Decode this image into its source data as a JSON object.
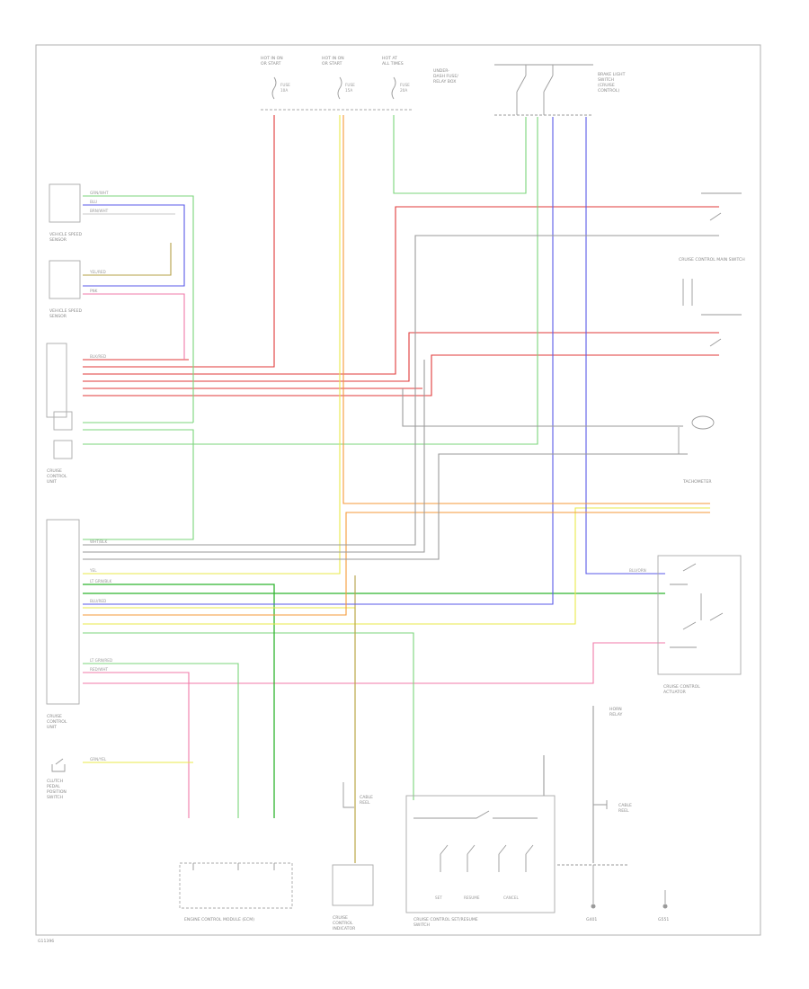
{
  "diagram": {
    "fuse_labels": [
      {
        "lines": [
          "HOT IN ON",
          "OR START"
        ]
      },
      {
        "lines": [
          "HOT IN ON",
          "OR START"
        ]
      },
      {
        "lines": [
          "HOT AT",
          "ALL TIMES"
        ]
      }
    ],
    "fuse_tags": [
      {
        "lines": [
          "FUSE",
          "10A"
        ]
      },
      {
        "lines": [
          "FUSE",
          "15A"
        ]
      },
      {
        "lines": [
          "FUSE",
          "20A"
        ]
      }
    ],
    "fuse_box_label": [
      "UNDER-",
      "DASH FUSE/",
      "RELAY BOX"
    ],
    "brake_switch_label": [
      "BRAKE LIGHT",
      "SWITCH",
      "(CRUISE",
      "CONTROL)"
    ],
    "vss_label": [
      "VEHICLE SPEED",
      "SENSOR"
    ],
    "clutch_label": [
      "CLUTCH",
      "PEDAL",
      "POSITION",
      "SWITCH"
    ],
    "cruise_unit_label": [
      "CRUISE",
      "CONTROL",
      "UNIT"
    ],
    "actuator_label": [
      "CRUISE CONTROL",
      "ACTUATOR"
    ],
    "tach_label": [
      "TACHOMETER"
    ],
    "pcm_label": [
      "ENGINE CONTROL MODULE (ECM)"
    ],
    "indicator_label": [
      "CRUISE",
      "CONTROL",
      "INDICATOR"
    ],
    "main_switch_label": [
      "CRUISE CONTROL MAIN SWITCH"
    ],
    "set_resume_label": [
      "CRUISE CONTROL SET/RESUME",
      "SWITCH"
    ],
    "cable_reel_label": [
      "CABLE",
      "REEL"
    ],
    "horn_label": [
      "HORN",
      "RELAY"
    ],
    "buttons": [
      {
        "lines": [
          "SET"
        ]
      },
      {
        "lines": [
          "RESUME"
        ]
      },
      {
        "lines": [
          "CANCEL"
        ]
      }
    ],
    "ground_labels": [
      {
        "lines": [
          "G401"
        ]
      },
      {
        "lines": [
          "G551"
        ]
      }
    ],
    "wire_tags": [
      "GRN/WHT",
      "BLU",
      "BRN/WHT",
      "YEL/RED",
      "PNK",
      "BLK/RED",
      "WHT/BLK",
      "LT GRN/BLK",
      "BLU/RED",
      "RED/WHT",
      "YEL",
      "LT GRN/RED",
      "BLU/ORN",
      "GRN/YEL"
    ],
    "footer_code": "G11396"
  }
}
